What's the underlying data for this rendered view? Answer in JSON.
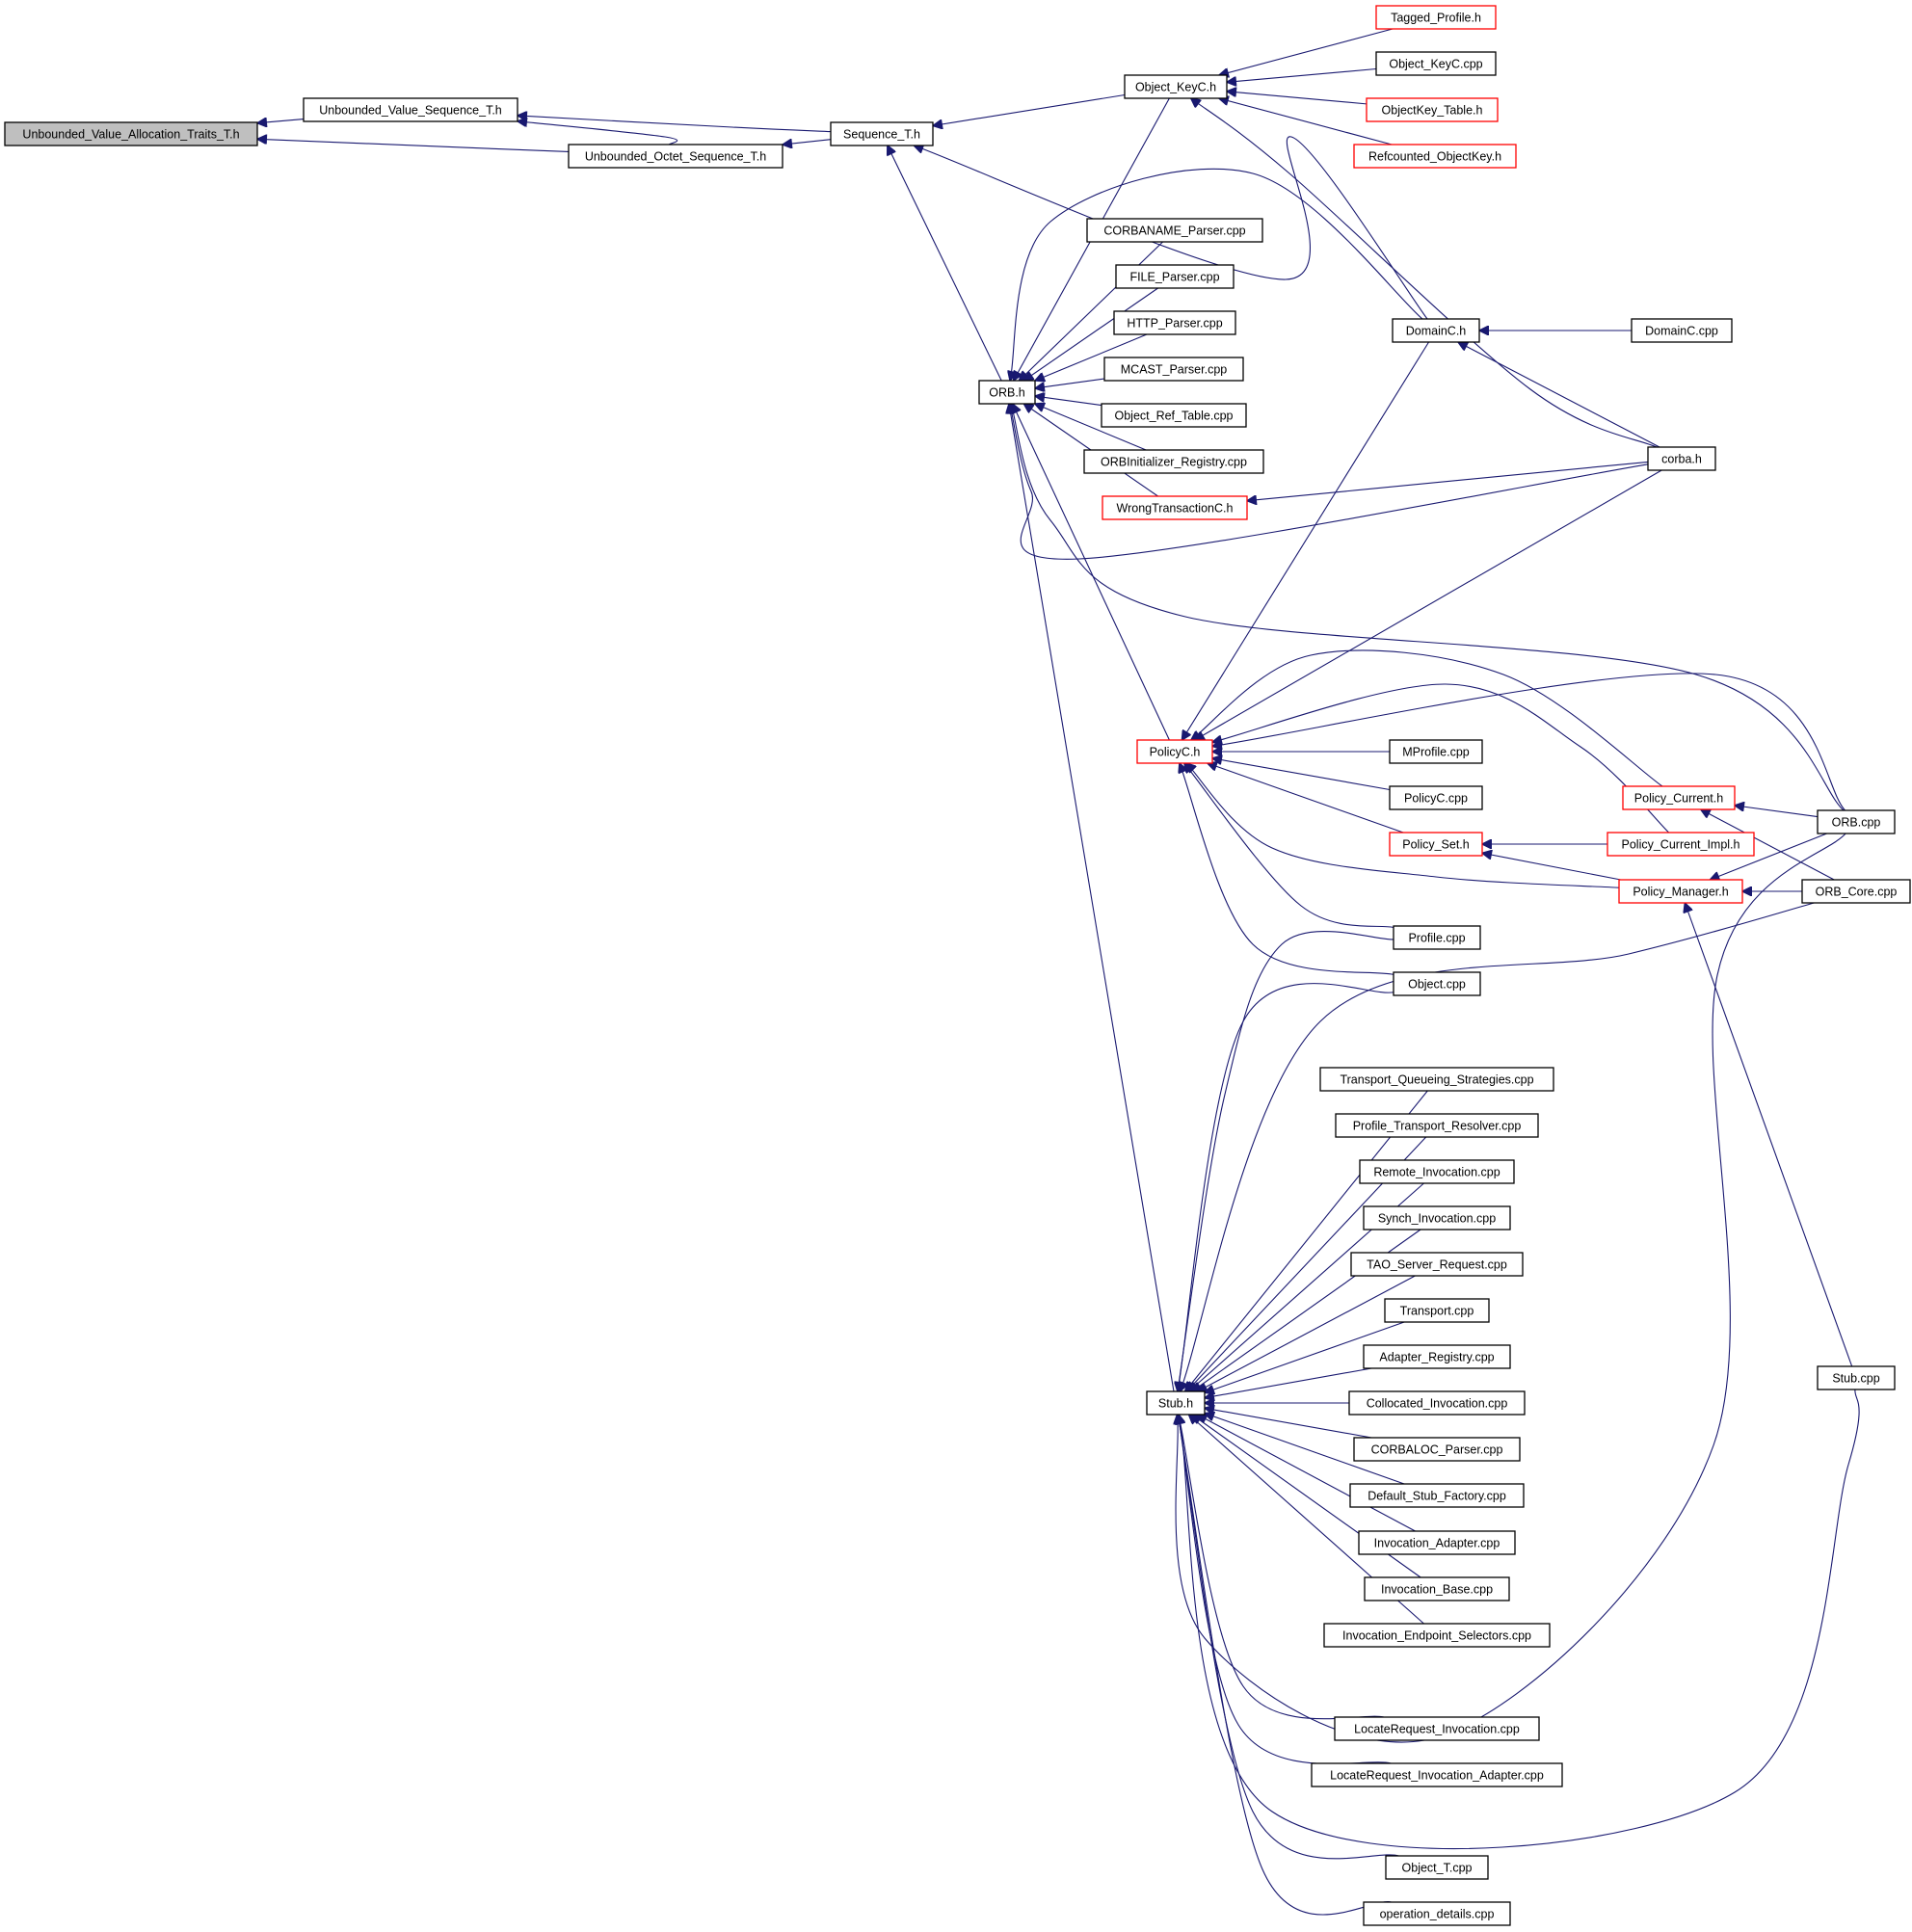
{
  "colors": {
    "edge": "#191970",
    "arrowhead": "#191970",
    "default_border": "#000000",
    "incomplete_border": "#ff0000",
    "root_fill": "#bfbfbf",
    "node_fill": "#ffffff",
    "text": "#000000"
  },
  "nodes": [
    {
      "id": "root",
      "label": "Unbounded_Value_Allocation_Traits_T.h",
      "style": "root"
    },
    {
      "id": "uvs",
      "label": "Unbounded_Value_Sequence_T.h",
      "style": "normal"
    },
    {
      "id": "uos",
      "label": "Unbounded_Octet_Sequence_T.h",
      "style": "normal"
    },
    {
      "id": "seq",
      "label": "Sequence_T.h",
      "style": "normal"
    },
    {
      "id": "okc",
      "label": "Object_KeyC.h",
      "style": "normal"
    },
    {
      "id": "tagged",
      "label": "Tagged_Profile.h",
      "style": "incomplete"
    },
    {
      "id": "okccpp",
      "label": "Object_KeyC.cpp",
      "style": "normal"
    },
    {
      "id": "oktable",
      "label": "ObjectKey_Table.h",
      "style": "incomplete"
    },
    {
      "id": "refok",
      "label": "Refcounted_ObjectKey.h",
      "style": "incomplete"
    },
    {
      "id": "cnparser",
      "label": "CORBANAME_Parser.cpp",
      "style": "normal"
    },
    {
      "id": "fileparser",
      "label": "FILE_Parser.cpp",
      "style": "normal"
    },
    {
      "id": "httpparser",
      "label": "HTTP_Parser.cpp",
      "style": "normal"
    },
    {
      "id": "mcastparser",
      "label": "MCAST_Parser.cpp",
      "style": "normal"
    },
    {
      "id": "orbh",
      "label": "ORB.h",
      "style": "normal"
    },
    {
      "id": "objreftable",
      "label": "Object_Ref_Table.cpp",
      "style": "normal"
    },
    {
      "id": "orbinit",
      "label": "ORBInitializer_Registry.cpp",
      "style": "normal"
    },
    {
      "id": "wrongtx",
      "label": "WrongTransactionC.h",
      "style": "incomplete"
    },
    {
      "id": "domainh",
      "label": "DomainC.h",
      "style": "normal"
    },
    {
      "id": "domaincpp",
      "label": "DomainC.cpp",
      "style": "normal"
    },
    {
      "id": "corbah",
      "label": "corba.h",
      "style": "normal"
    },
    {
      "id": "policych",
      "label": "PolicyC.h",
      "style": "incomplete"
    },
    {
      "id": "mprofile",
      "label": "MProfile.cpp",
      "style": "normal"
    },
    {
      "id": "policyccpp",
      "label": "PolicyC.cpp",
      "style": "normal"
    },
    {
      "id": "policycurrent",
      "label": "Policy_Current.h",
      "style": "incomplete"
    },
    {
      "id": "orbcpp",
      "label": "ORB.cpp",
      "style": "normal"
    },
    {
      "id": "policyset",
      "label": "Policy_Set.h",
      "style": "incomplete"
    },
    {
      "id": "pcurimpl",
      "label": "Policy_Current_Impl.h",
      "style": "incomplete"
    },
    {
      "id": "policymgr",
      "label": "Policy_Manager.h",
      "style": "incomplete"
    },
    {
      "id": "orbcore",
      "label": "ORB_Core.cpp",
      "style": "normal"
    },
    {
      "id": "profilecpp",
      "label": "Profile.cpp",
      "style": "normal"
    },
    {
      "id": "objectcpp",
      "label": "Object.cpp",
      "style": "normal"
    },
    {
      "id": "tqs",
      "label": "Transport_Queueing_Strategies.cpp",
      "style": "normal"
    },
    {
      "id": "ptr",
      "label": "Profile_Transport_Resolver.cpp",
      "style": "normal"
    },
    {
      "id": "remoteinv",
      "label": "Remote_Invocation.cpp",
      "style": "normal"
    },
    {
      "id": "synchinv",
      "label": "Synch_Invocation.cpp",
      "style": "normal"
    },
    {
      "id": "taosr",
      "label": "TAO_Server_Request.cpp",
      "style": "normal"
    },
    {
      "id": "transport",
      "label": "Transport.cpp",
      "style": "normal"
    },
    {
      "id": "adapterreg",
      "label": "Adapter_Registry.cpp",
      "style": "normal"
    },
    {
      "id": "stubh",
      "label": "Stub.h",
      "style": "normal"
    },
    {
      "id": "collinv",
      "label": "Collocated_Invocation.cpp",
      "style": "normal"
    },
    {
      "id": "corbaloc",
      "label": "CORBALOC_Parser.cpp",
      "style": "normal"
    },
    {
      "id": "dsf",
      "label": "Default_Stub_Factory.cpp",
      "style": "normal"
    },
    {
      "id": "invadapter",
      "label": "Invocation_Adapter.cpp",
      "style": "normal"
    },
    {
      "id": "invbase",
      "label": "Invocation_Base.cpp",
      "style": "normal"
    },
    {
      "id": "ies",
      "label": "Invocation_Endpoint_Selectors.cpp",
      "style": "normal"
    },
    {
      "id": "lri",
      "label": "LocateRequest_Invocation.cpp",
      "style": "normal"
    },
    {
      "id": "lria",
      "label": "LocateRequest_Invocation_Adapter.cpp",
      "style": "normal"
    },
    {
      "id": "objectt",
      "label": "Object_T.cpp",
      "style": "normal"
    },
    {
      "id": "opdetails",
      "label": "operation_details.cpp",
      "style": "normal"
    },
    {
      "id": "stubcpp",
      "label": "Stub.cpp",
      "style": "normal"
    }
  ],
  "edges": [
    {
      "from": "uvs",
      "to": "root"
    },
    {
      "from": "uos",
      "to": "root"
    },
    {
      "from": "seq",
      "to": "uvs"
    },
    {
      "from": "uos",
      "to": "uvs"
    },
    {
      "from": "seq",
      "to": "uos"
    },
    {
      "from": "okc",
      "to": "seq"
    },
    {
      "from": "orbh",
      "to": "seq"
    },
    {
      "from": "domainh",
      "to": "seq"
    },
    {
      "from": "tagged",
      "to": "okc"
    },
    {
      "from": "okccpp",
      "to": "okc"
    },
    {
      "from": "oktable",
      "to": "okc"
    },
    {
      "from": "refok",
      "to": "okc"
    },
    {
      "from": "corbah",
      "to": "okc"
    },
    {
      "from": "cnparser",
      "to": "orbh"
    },
    {
      "from": "fileparser",
      "to": "orbh"
    },
    {
      "from": "httpparser",
      "to": "orbh"
    },
    {
      "from": "mcastparser",
      "to": "orbh"
    },
    {
      "from": "objreftable",
      "to": "orbh"
    },
    {
      "from": "orbinit",
      "to": "orbh"
    },
    {
      "from": "wrongtx",
      "to": "orbh"
    },
    {
      "from": "domainh",
      "to": "orbh"
    },
    {
      "from": "corbah",
      "to": "orbh"
    },
    {
      "from": "orbcpp",
      "to": "orbh"
    },
    {
      "from": "policych",
      "to": "orbh"
    },
    {
      "from": "stubh",
      "to": "orbh"
    },
    {
      "from": "okc",
      "to": "orbh"
    },
    {
      "from": "domaincpp",
      "to": "domainh"
    },
    {
      "from": "corbah",
      "to": "domainh"
    },
    {
      "from": "corbah",
      "to": "wrongtx"
    },
    {
      "from": "domainh",
      "to": "policych"
    },
    {
      "from": "corbah",
      "to": "policych"
    },
    {
      "from": "mprofile",
      "to": "policych"
    },
    {
      "from": "policyccpp",
      "to": "policych"
    },
    {
      "from": "policyset",
      "to": "policych"
    },
    {
      "from": "policymgr",
      "to": "policych"
    },
    {
      "from": "profilecpp",
      "to": "policych"
    },
    {
      "from": "objectcpp",
      "to": "policych"
    },
    {
      "from": "policycurrent",
      "to": "policych"
    },
    {
      "from": "pcurimpl",
      "to": "policych"
    },
    {
      "from": "orbcpp",
      "to": "policych"
    },
    {
      "from": "orbcpp",
      "to": "policycurrent"
    },
    {
      "from": "orbcore",
      "to": "policycurrent"
    },
    {
      "from": "pcurimpl",
      "to": "policyset"
    },
    {
      "from": "policymgr",
      "to": "policyset"
    },
    {
      "from": "orbcpp",
      "to": "policymgr"
    },
    {
      "from": "orbcore",
      "to": "policymgr"
    },
    {
      "from": "stubcpp",
      "to": "policymgr"
    },
    {
      "from": "profilecpp",
      "to": "stubh"
    },
    {
      "from": "objectcpp",
      "to": "stubh"
    },
    {
      "from": "orbcore",
      "to": "stubh"
    },
    {
      "from": "tqs",
      "to": "stubh"
    },
    {
      "from": "ptr",
      "to": "stubh"
    },
    {
      "from": "remoteinv",
      "to": "stubh"
    },
    {
      "from": "synchinv",
      "to": "stubh"
    },
    {
      "from": "taosr",
      "to": "stubh"
    },
    {
      "from": "transport",
      "to": "stubh"
    },
    {
      "from": "adapterreg",
      "to": "stubh"
    },
    {
      "from": "collinv",
      "to": "stubh"
    },
    {
      "from": "corbaloc",
      "to": "stubh"
    },
    {
      "from": "dsf",
      "to": "stubh"
    },
    {
      "from": "invadapter",
      "to": "stubh"
    },
    {
      "from": "invbase",
      "to": "stubh"
    },
    {
      "from": "ies",
      "to": "stubh"
    },
    {
      "from": "orbcpp",
      "to": "stubh"
    },
    {
      "from": "lri",
      "to": "stubh"
    },
    {
      "from": "lria",
      "to": "stubh"
    },
    {
      "from": "stubcpp",
      "to": "stubh"
    },
    {
      "from": "objectt",
      "to": "stubh"
    },
    {
      "from": "opdetails",
      "to": "stubh"
    }
  ]
}
